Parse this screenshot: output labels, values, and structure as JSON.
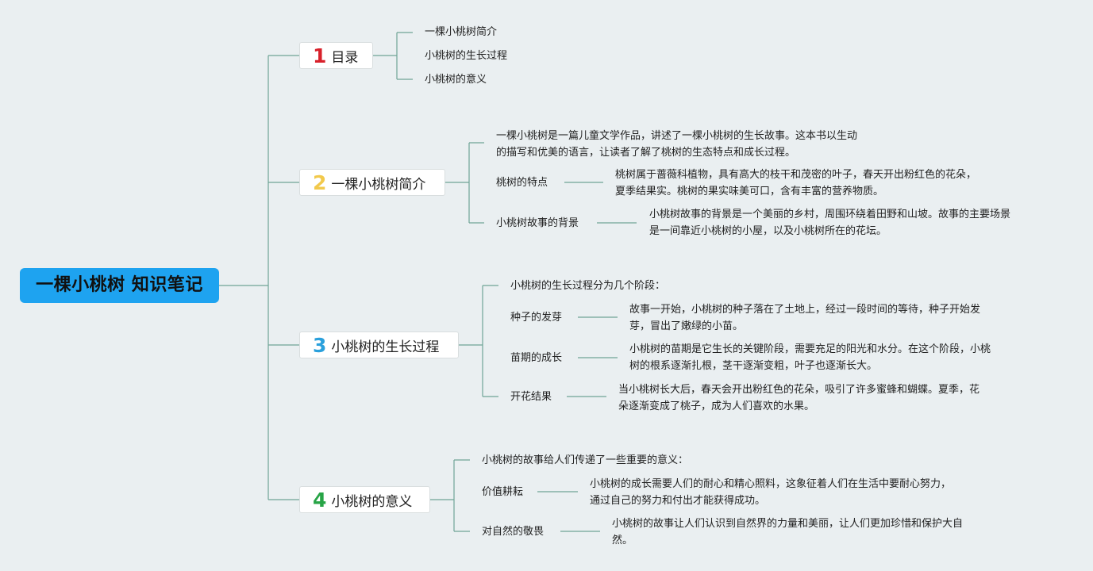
{
  "root": {
    "label": "一棵小桃树 知识笔记"
  },
  "colors": {
    "background": "#eaeff1",
    "root": "#1ea3f0",
    "connector": "#6fa597",
    "num1": "#d8202a",
    "num2": "#f2c94c",
    "num3": "#2aa0dc",
    "num4": "#27a446"
  },
  "branches": [
    {
      "num": "1",
      "label": "目录",
      "children": [
        {
          "label": "一棵小桃树简介"
        },
        {
          "label": "小桃树的生长过程"
        },
        {
          "label": "小桃树的意义"
        }
      ]
    },
    {
      "num": "2",
      "label": "一棵小桃树简介",
      "children": [
        {
          "text_lines": [
            "一棵小桃树是一篇儿童文学作品，讲述了一棵小桃树的生长故事。这本书以生动",
            "的描写和优美的语言，让读者了解了桃树的生态特点和成长过程。"
          ]
        },
        {
          "label": "桃树的特点",
          "detail_lines": [
            "桃树属于蔷薇科植物，具有高大的枝干和茂密的叶子，春天开出粉红色的花朵，",
            "夏季结果实。桃树的果实味美可口，含有丰富的营养物质。"
          ]
        },
        {
          "label": "小桃树故事的背景",
          "detail_lines": [
            "小桃树故事的背景是一个美丽的乡村，周围环绕着田野和山坡。故事的主要场景",
            "是一间靠近小桃树的小屋，以及小桃树所在的花坛。"
          ]
        }
      ]
    },
    {
      "num": "3",
      "label": "小桃树的生长过程",
      "children": [
        {
          "text_lines": [
            "小桃树的生长过程分为几个阶段："
          ]
        },
        {
          "label": "种子的发芽",
          "detail_lines": [
            "故事一开始，小桃树的种子落在了土地上，经过一段时间的等待，种子开始发",
            "芽，冒出了嫩绿的小苗。"
          ]
        },
        {
          "label": "苗期的成长",
          "detail_lines": [
            "小桃树的苗期是它生长的关键阶段，需要充足的阳光和水分。在这个阶段，小桃",
            "树的根系逐渐扎根，茎干逐渐变粗，叶子也逐渐长大。"
          ]
        },
        {
          "label": "开花结果",
          "detail_lines": [
            "当小桃树长大后，春天会开出粉红色的花朵，吸引了许多蜜蜂和蝴蝶。夏季，花",
            "朵逐渐变成了桃子，成为人们喜欢的水果。"
          ]
        }
      ]
    },
    {
      "num": "4",
      "label": "小桃树的意义",
      "children": [
        {
          "text_lines": [
            "小桃树的故事给人们传递了一些重要的意义："
          ]
        },
        {
          "label": "价值耕耘",
          "detail_lines": [
            "小桃树的成长需要人们的耐心和精心照料，这象征着人们在生活中要耐心努力，",
            "通过自己的努力和付出才能获得成功。"
          ]
        },
        {
          "label": "对自然的敬畏",
          "detail_lines": [
            "小桃树的故事让人们认识到自然界的力量和美丽，让人们更加珍惜和保护大自",
            "然。"
          ]
        }
      ]
    }
  ]
}
